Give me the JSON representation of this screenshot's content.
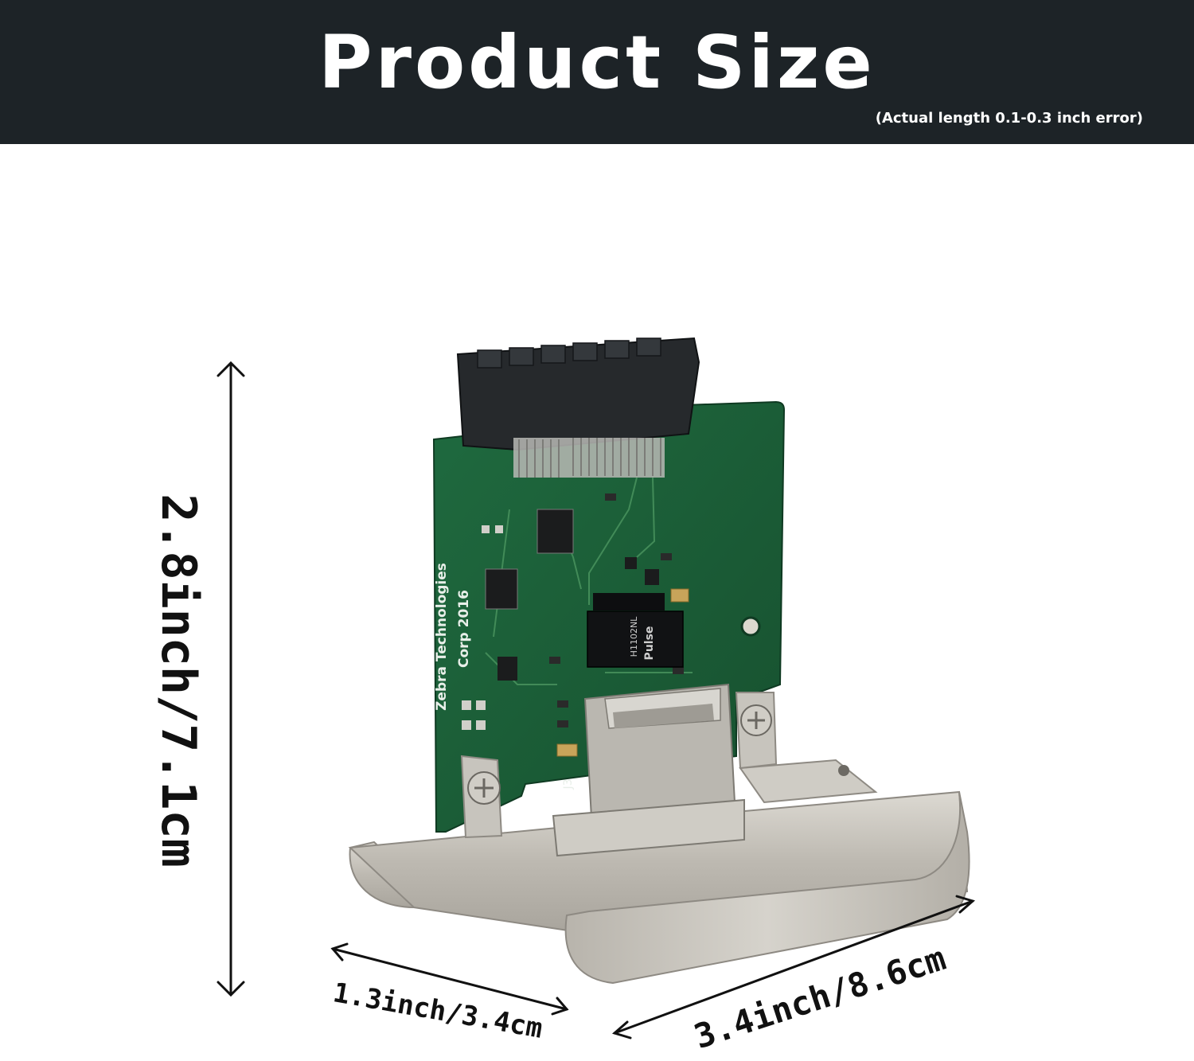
{
  "header": {
    "title": "Product Size",
    "subtitle": "(Actual length 0.1-0.3 inch error)",
    "background": "#1d2327",
    "text_color": "#ffffff"
  },
  "dimensions": {
    "height": "2.8inch/7.1cm",
    "depth": "1.3inch/3.4cm",
    "width": "3.4inch/8.6cm"
  },
  "board_markings": {
    "maker_line1": "Zebra Technologies",
    "maker_line2": "Corp 2016",
    "chip_brand": "Pulse",
    "chip_model": "H1102NL",
    "connector_label": "J3"
  },
  "colors": {
    "pcb_green": "#1e5c3a",
    "bracket_steel": "#c9c6bf",
    "connector_black": "#26292c",
    "arrow": "#111111"
  }
}
